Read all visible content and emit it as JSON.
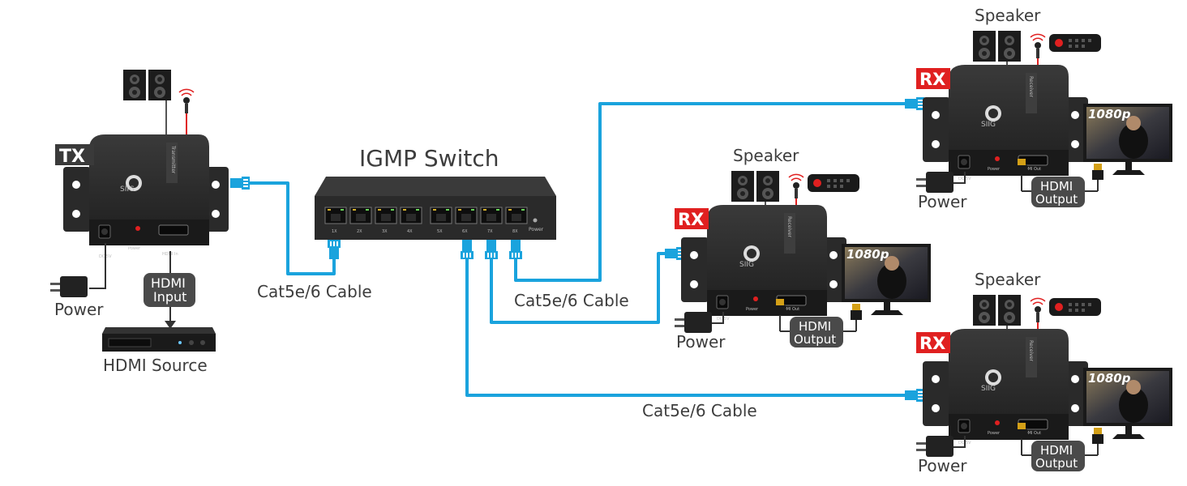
{
  "switch": {
    "title": "IGMP Switch",
    "ports": [
      "1X",
      "2X",
      "3X",
      "4X",
      "5X",
      "6X",
      "7X",
      "8X"
    ],
    "power_label": "Power"
  },
  "transmitter": {
    "tag": "TX",
    "power_label": "Power",
    "input_label_line1": "HDMI",
    "input_label_line2": "Input",
    "source_label": "HDMI Source",
    "brand": "SIIG",
    "side_text": "Transmitter",
    "panel_dc": "DC 5V",
    "panel_power": "Power",
    "panel_hdmi": "HDMI In"
  },
  "cable_labels": [
    "Cat5e/6 Cable",
    "Cat5e/6 Cable",
    "Cat5e/6 Cable"
  ],
  "receivers": [
    {
      "tag": "RX",
      "speaker_label": "Speaker",
      "power_label": "Power",
      "output_line1": "HDMI",
      "output_line2": "Output",
      "resolution": "1080p",
      "brand": "SIIG",
      "side_text": "Receiver",
      "panel_dc": "DC 5V",
      "panel_power": "Power",
      "panel_hdmi": "HDMI Out"
    },
    {
      "tag": "RX",
      "speaker_label": "Speaker",
      "power_label": "Power",
      "output_line1": "HDMI",
      "output_line2": "Output",
      "resolution": "1080p",
      "brand": "SIIG",
      "side_text": "Receiver",
      "panel_dc": "DC 5V",
      "panel_power": "Power",
      "panel_hdmi": "HDMI Out"
    },
    {
      "tag": "RX",
      "speaker_label": "Speaker",
      "power_label": "Power",
      "output_line1": "HDMI",
      "output_line2": "Output",
      "resolution": "1080p",
      "brand": "SIIG",
      "side_text": "Receiver",
      "panel_dc": "DC 5V",
      "panel_power": "Power",
      "panel_hdmi": "HDMI Out"
    }
  ],
  "colors": {
    "cable": "#1aa3dd",
    "tag_rx": "#e02020",
    "tag_tx": "#3a3a3a",
    "pill": "#4a4a4a",
    "device": "#2b2b2b"
  }
}
